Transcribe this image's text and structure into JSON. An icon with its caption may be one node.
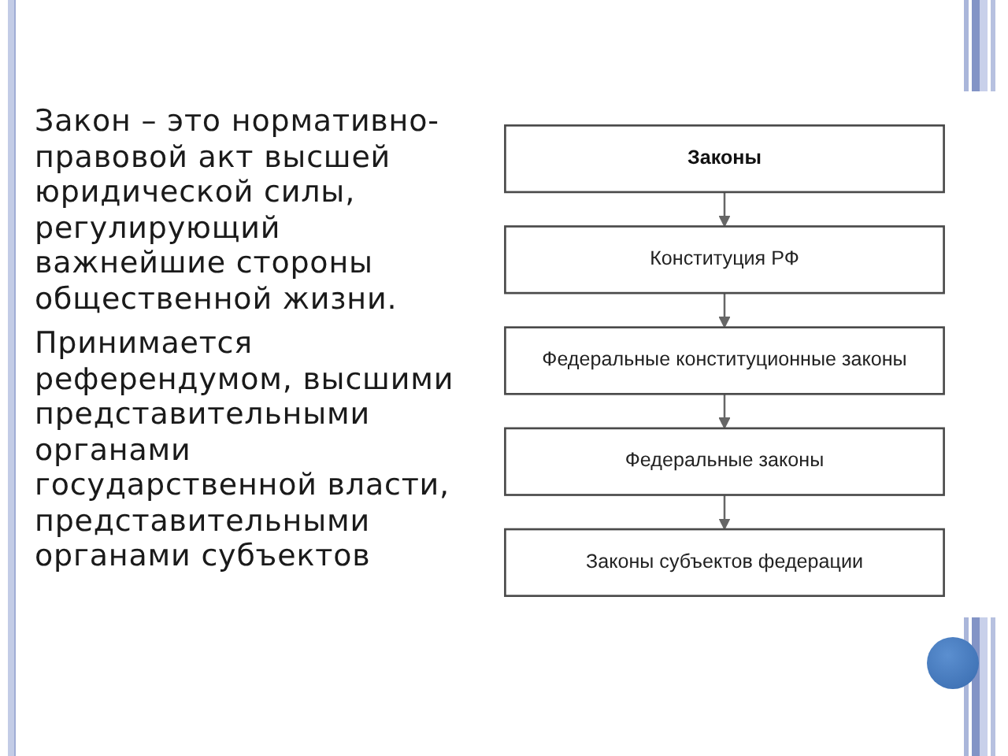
{
  "diagram": {
    "nodes": [
      {
        "text": [
          "Законы"
        ]
      },
      {
        "text": [
          "Конституция РФ"
        ]
      },
      {
        "text": [
          "Федеральные конституционные законы"
        ]
      },
      {
        "text": [
          "Федеральные законы"
        ]
      },
      {
        "text": [
          "Законы субъектов федерации"
        ]
      }
    ],
    "edges": [
      {
        "from": 0,
        "to": 1,
        "arrow": "to"
      },
      {
        "from": 1,
        "to": 2,
        "arrow": "to"
      },
      {
        "from": 2,
        "to": 3,
        "arrow": "to"
      },
      {
        "from": 3,
        "to": 4,
        "arrow": "to"
      }
    ],
    "labels": [
      "Закон – это нормативно-правовой акт высшей юридической силы, регулирующий важнейшие стороны общественной жизни.",
      "Принимается референдумом, высшими представительными органами государственной власти, представительными органами субъектов"
    ]
  }
}
